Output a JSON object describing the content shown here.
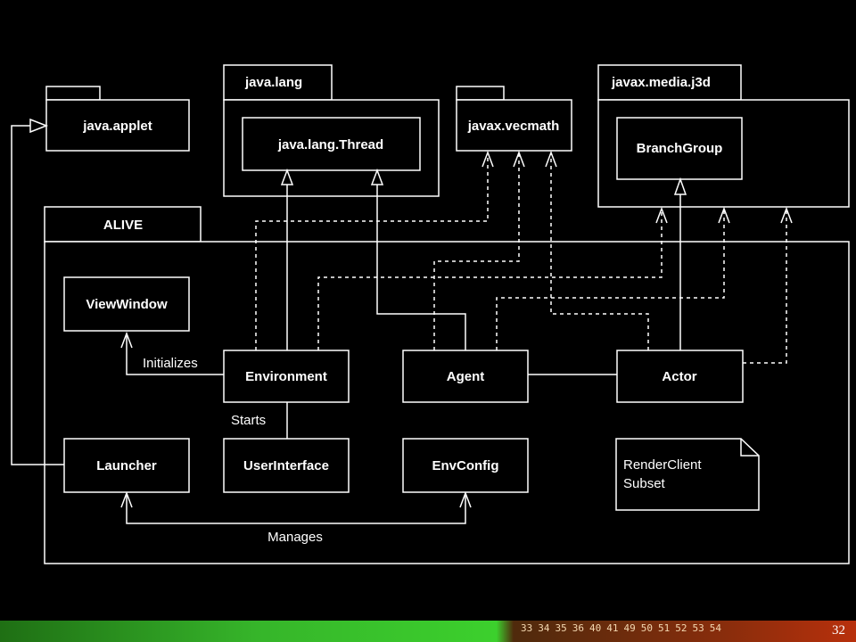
{
  "packages": {
    "java_lang": "java.lang",
    "java_applet": "java.applet",
    "javax_vecmath": "javax.vecmath",
    "javax_media_j3d": "javax.media.j3d",
    "alive": "ALIVE"
  },
  "classes": {
    "thread": "java.lang.Thread",
    "branch_group": "BranchGroup",
    "view_window": "ViewWindow",
    "environment": "Environment",
    "agent": "Agent",
    "actor": "Actor",
    "launcher": "Launcher",
    "user_interface": "UserInterface",
    "env_config": "EnvConfig"
  },
  "note": {
    "line1": "RenderClient",
    "line2": "Subset"
  },
  "edge_labels": {
    "initializes": "Initializes",
    "starts": "Starts",
    "manages": "Manages"
  },
  "footer": {
    "slide_links": [
      "33",
      "34",
      "35",
      "36",
      "40",
      "41",
      "49",
      "50",
      "51",
      "52",
      "53",
      "54"
    ],
    "page_number": "32"
  }
}
